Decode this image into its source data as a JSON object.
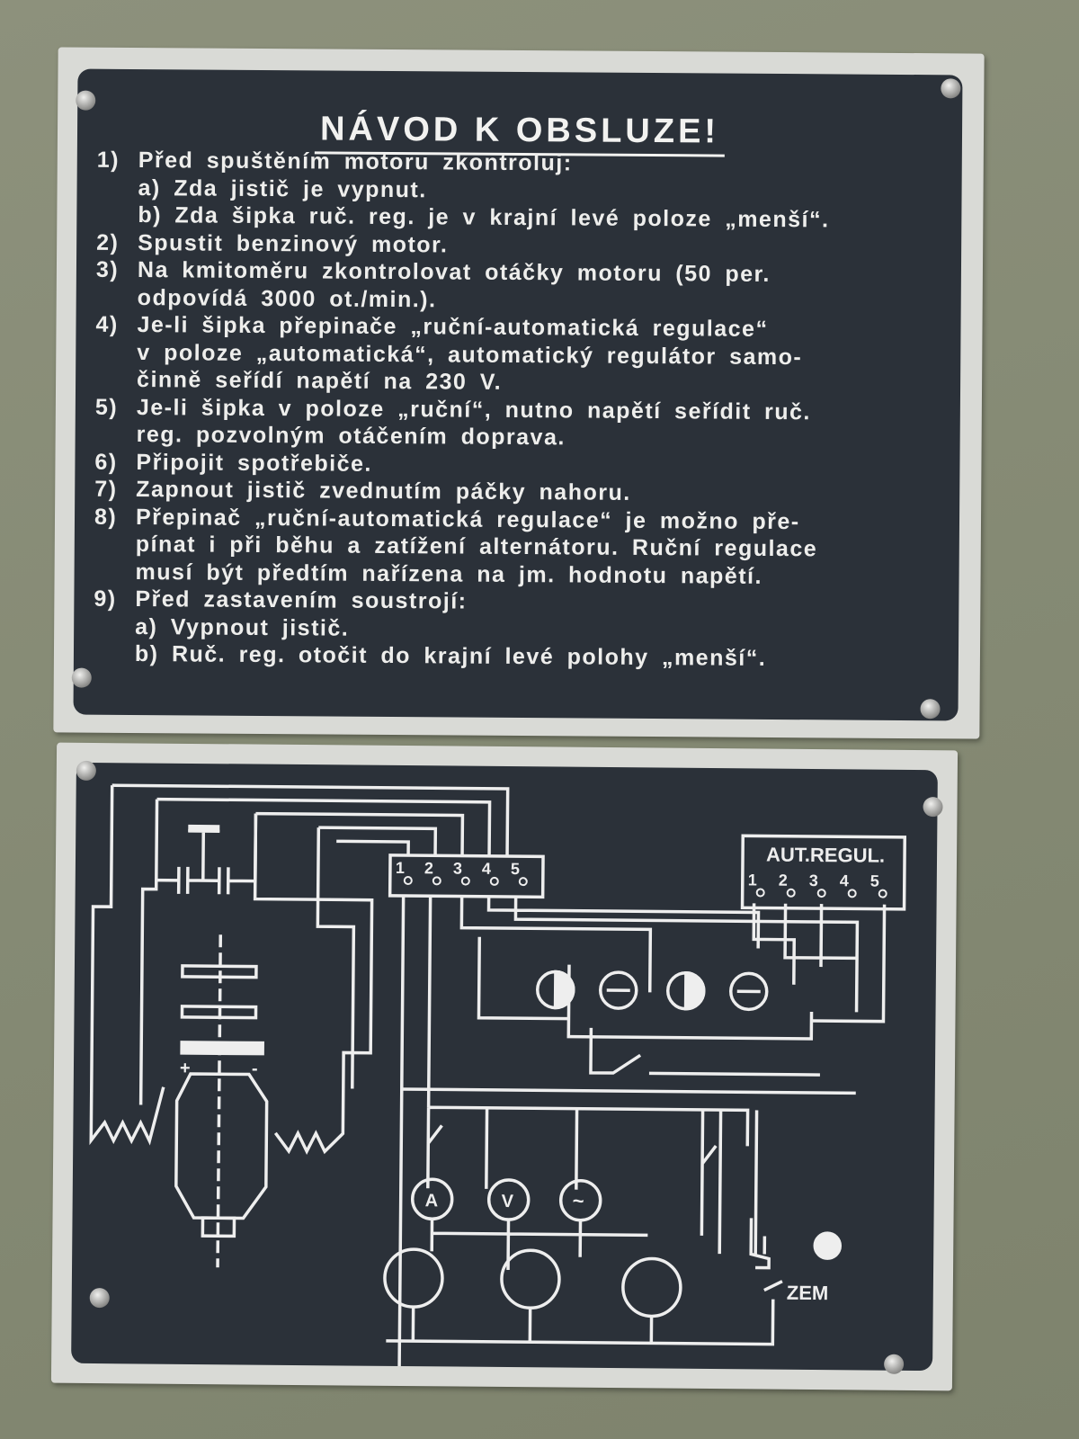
{
  "instructions": {
    "title": "NÁVOD K OBSLUZE!",
    "lines": [
      {
        "num": "1)",
        "text": "Před spuštěním motoru zkontroluj:"
      },
      {
        "num": "",
        "text": "a) Zda jistič je vypnut."
      },
      {
        "num": "",
        "text": "b) Zda šipka ruč. reg. je v krajní levé poloze „menší“."
      },
      {
        "num": "2)",
        "text": "Spustit benzinový motor."
      },
      {
        "num": "3)",
        "text": "Na kmitoměru zkontrolovat otáčky motoru (50 per."
      },
      {
        "num": "",
        "text": "odpovídá 3000 ot./min.)."
      },
      {
        "num": "4)",
        "text": "Je-li šipka přepinače „ruční-automatická regulace“"
      },
      {
        "num": "",
        "text": "v poloze „automatická“, automatický regulátor samo-"
      },
      {
        "num": "",
        "text": "činně seřídí napětí na 230 V."
      },
      {
        "num": "5)",
        "text": "Je-li šipka v poloze „ruční“, nutno napětí seřídit ruč."
      },
      {
        "num": "",
        "text": "reg. pozvolným otáčením doprava."
      },
      {
        "num": "6)",
        "text": "Připojit spotřebiče."
      },
      {
        "num": "7)",
        "text": "Zapnout jistič zvednutím páčky nahoru."
      },
      {
        "num": "8)",
        "text": "Přepinač „ruční-automatická regulace“ je možno pře-"
      },
      {
        "num": "",
        "text": "pínat i při běhu a zatížení alternátoru. Ruční regulace"
      },
      {
        "num": "",
        "text": "musí být předtím nařízena na jm. hodnotu napětí."
      },
      {
        "num": "9)",
        "text": "Před zastavením soustrojí:"
      },
      {
        "num": "",
        "text": "a) Vypnout jistič."
      },
      {
        "num": "",
        "text": "b) Ruč. reg. otočit do krajní levé polohy „menší“."
      }
    ]
  },
  "schematic": {
    "aut_regul_label": "AUT.REGUL.",
    "terminal_numbers": [
      "1",
      "2",
      "3",
      "4",
      "5"
    ],
    "ammeter_label": "A",
    "voltmeter_label": "V",
    "frequency_meter_label": "~",
    "ground_label": "ZEM",
    "plus_label": "+",
    "minus_label": "-"
  },
  "colors": {
    "plate_bg": "#2b3139",
    "plate_frame": "#d9dad6",
    "wall": "#868a75"
  }
}
